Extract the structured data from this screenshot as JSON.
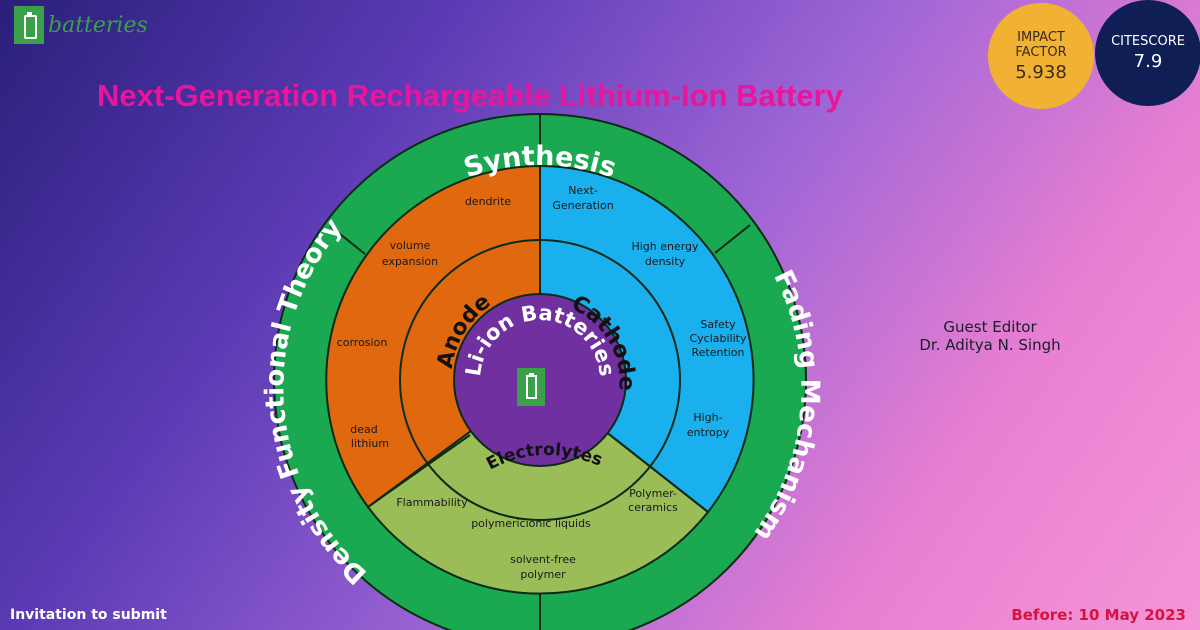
{
  "brand": {
    "name": "batteries"
  },
  "headline": "Next-Generation Rechargeable Lithium-Ion Battery",
  "badges": {
    "impact_factor": {
      "label_line1": "IMPACT",
      "label_line2": "FACTOR",
      "value": "5.938"
    },
    "citescore": {
      "label": "CITESCORE",
      "value": "7.9"
    }
  },
  "guest_editor": {
    "title": "Guest Editor",
    "name": "Dr. Aditya N. Singh"
  },
  "footer": {
    "left": "Invitation to submit",
    "right": "Before: 10 May 2023"
  },
  "wheel": {
    "outer": {
      "top": "Synthesis",
      "right": "Fading Mechanism",
      "left": "Density Functional Theory"
    },
    "middle": {
      "left": "Anode",
      "right": "Cathode",
      "bottom": "Electrolytes"
    },
    "center": "Li-ion Batteries",
    "anode_items": {
      "i1": "dendrite",
      "i2a": "volume",
      "i2b": "expansion",
      "i3": "corrosion",
      "i4a": "dead",
      "i4b": "lithium"
    },
    "cathode_items": {
      "i1a": "Next-",
      "i1b": "Generation",
      "i2a": "High energy",
      "i2b": "density",
      "i3a": "Safety",
      "i3b": "Cyclability",
      "i3c": "Retention",
      "i4a": "High-",
      "i4b": "entropy"
    },
    "electrolyte_items": {
      "i1": "Flammability",
      "i2": "polymericionic liquids",
      "i3a": "Polymer-",
      "i3b": "ceramics",
      "i4a": "solvent-free",
      "i4b": "polymer"
    }
  },
  "colors": {
    "outer_ring": "#1aa850",
    "anode": "#e0680f",
    "cathode": "#1ab0ee",
    "electrolyte": "#9bbd58",
    "center": "#7030a0",
    "headline": "#e8169c",
    "impact_badge": "#f1b233",
    "citescore_badge": "#0f1f56"
  }
}
